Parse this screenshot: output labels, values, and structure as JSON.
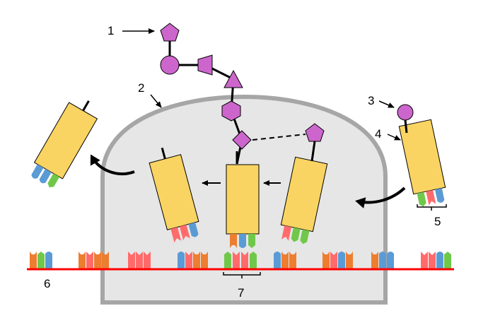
{
  "colors": {
    "ribosome_fill": "#e6e6e6",
    "ribosome_stroke": "#a6a6a6",
    "trna_body": "#f9d462",
    "mrna_line": "#ff0000",
    "sugar": "#cc66cc",
    "base_orange": "#ed7d31",
    "base_green": "#70c84a",
    "base_blue": "#5b9bd5",
    "base_red": "#ff6b6b"
  },
  "labels": {
    "l1": "1",
    "l2": "2",
    "l3": "3",
    "l4": "4",
    "l5": "5",
    "l6": "6",
    "l7": "7"
  }
}
